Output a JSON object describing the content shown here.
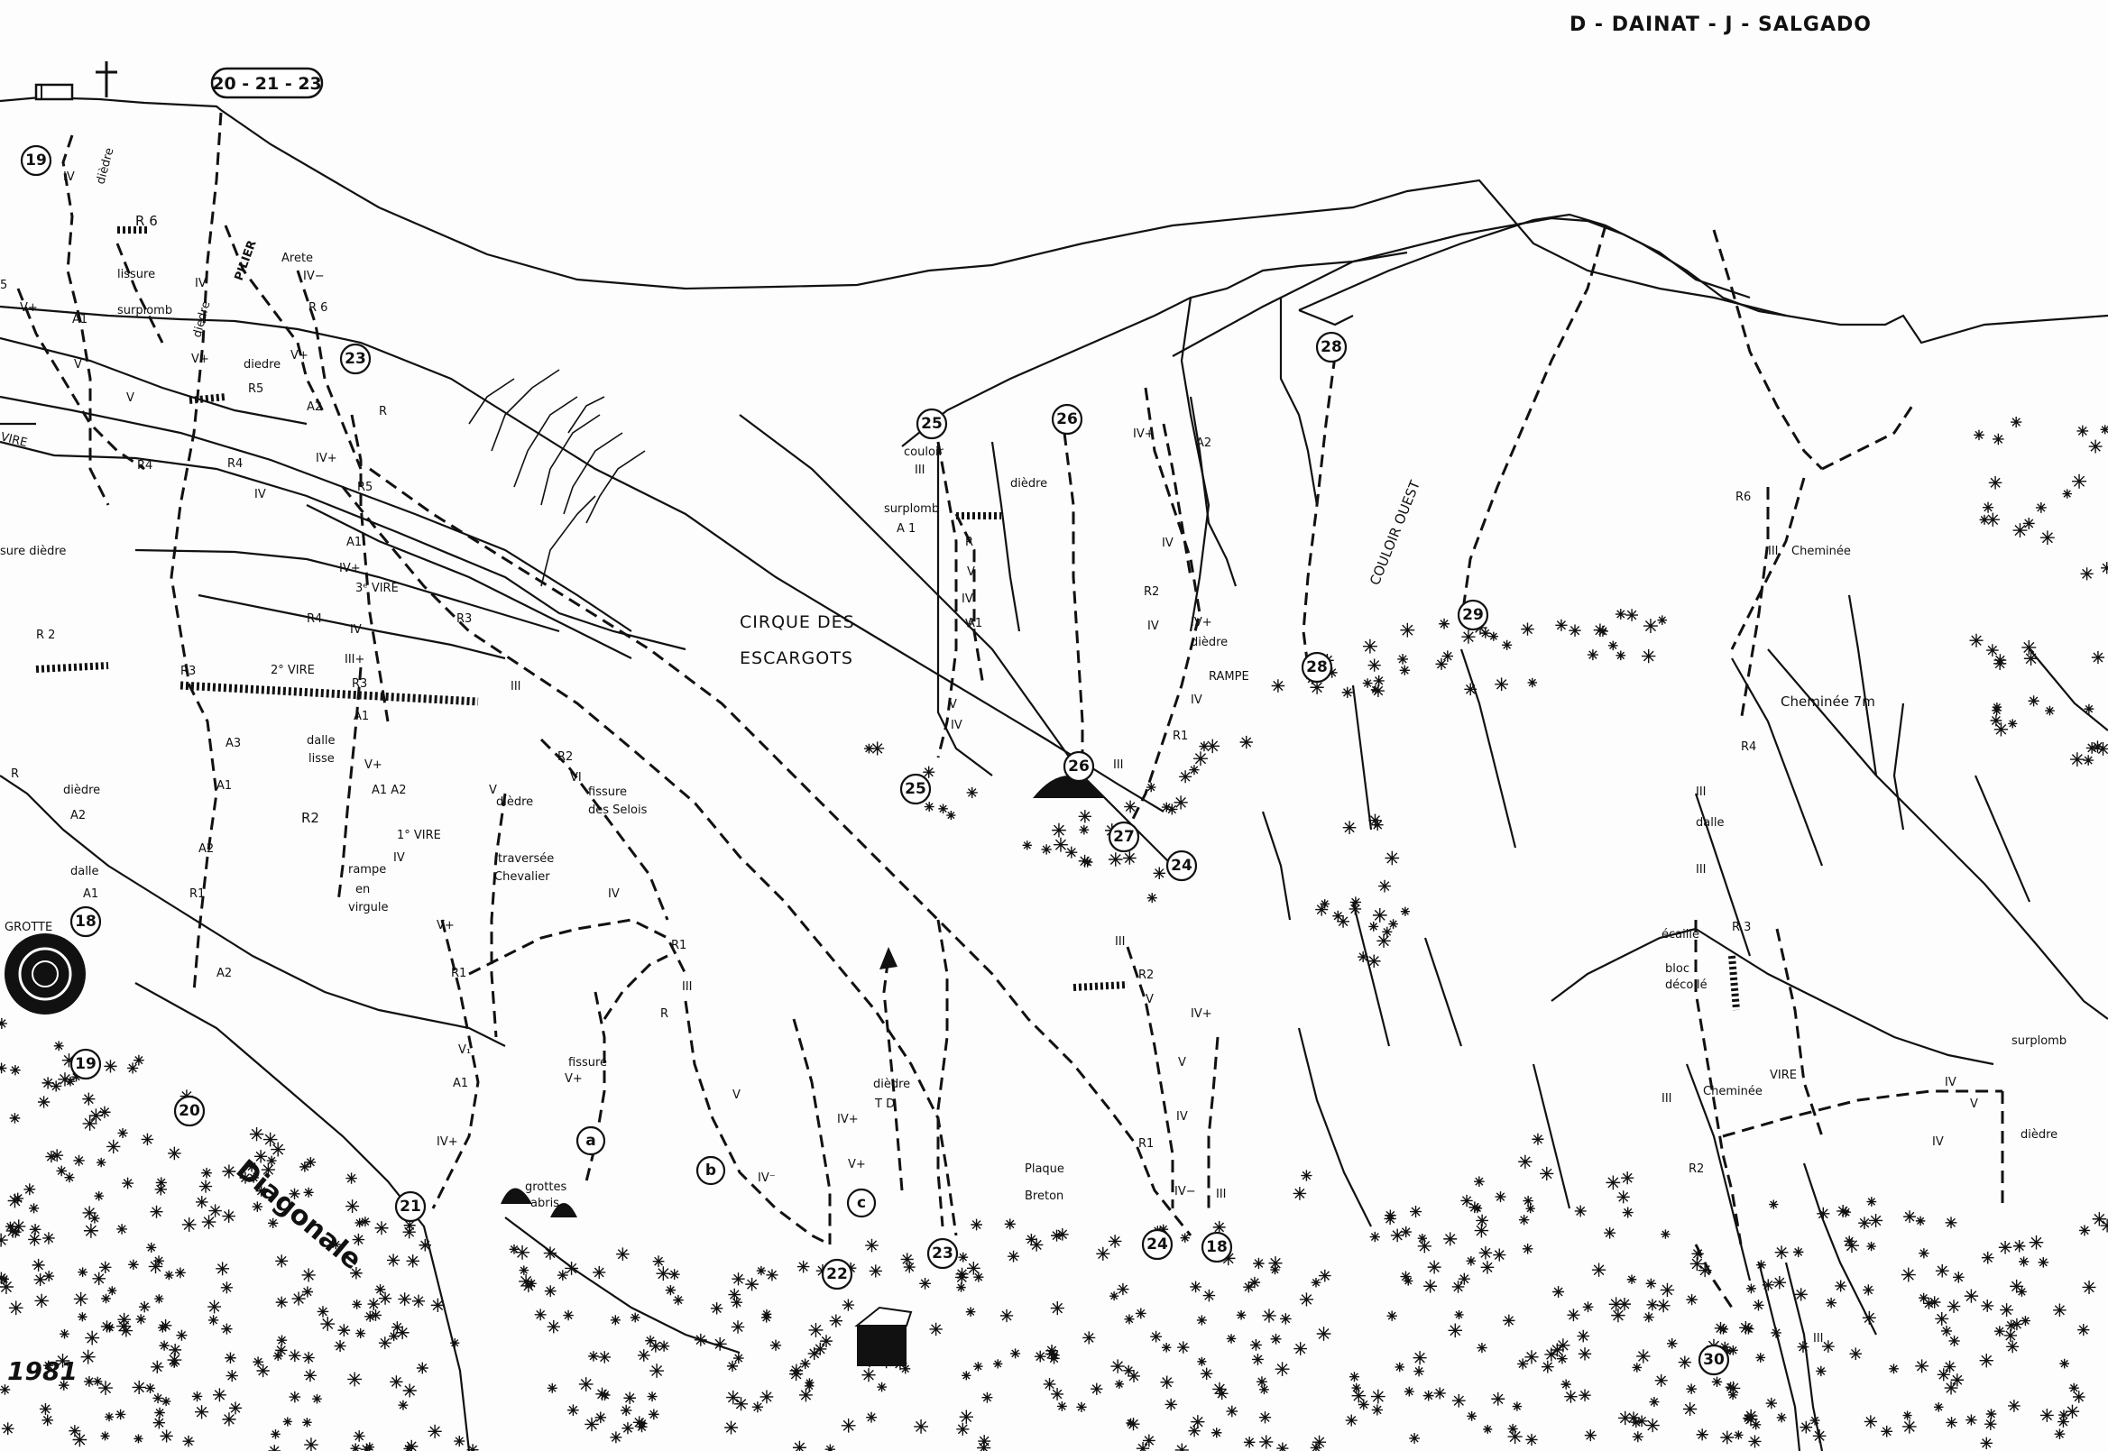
{
  "authors": "D - DAINAT  - J - SALGADO",
  "year": "1981",
  "route_group_label": "20 - 21 - 23",
  "area_names": {
    "cirque_line1": "CIRQUE  DES",
    "cirque_line2": "ESCARGOTS",
    "couloir_ouest": "COULOIR OUEST",
    "diagonale": "Diagonale"
  },
  "route_numbers": [
    "19",
    "23",
    "25",
    "26",
    "28",
    "18",
    "19",
    "20",
    "21",
    "22",
    "23",
    "24",
    "25",
    "26",
    "27",
    "24",
    "28",
    "29",
    "30",
    "18"
  ],
  "route_letters": [
    "a",
    "b",
    "c"
  ],
  "labels": {
    "diedre": "dièdre",
    "r6": "R 6",
    "iv": "IV",
    "lissure": "lissure",
    "vplus": "V+",
    "a1": "A1",
    "surplomb": "surplomb",
    "v": "V",
    "v_b": "V",
    "five": "5",
    "vire": "VIRE",
    "r4": "R4",
    "iv_plus": "IV+",
    "fissure_diedre": "sure  dièdre",
    "r2": "R 2",
    "r3": "R3",
    "a3": "A3",
    "a2": "A2",
    "r1": "R1",
    "dalle": "dalle",
    "grotte": "GROTTE",
    "pilier": "PILIER",
    "arete": "Arete",
    "iv_minus": "IV−",
    "iv_roman": "IV",
    "r5": "R5",
    "diedre_short": "diedre",
    "r": "R",
    "vire3": "3ᵉ VIRE",
    "iii_plus": "III+",
    "vire2": "2° VIRE",
    "dalle_lisse_1": "dalle",
    "dalle_lisse_2": "lisse",
    "a1a2": "A1  A2",
    "r2b": "R2",
    "vire1": "1° VIRE",
    "rampe1": "rampe",
    "rampe2": "en",
    "rampe3": "virgule",
    "fissure_vplus": "fissure",
    "v1": "V₁",
    "iii": "III",
    "vi": "VI",
    "fissure_selois_1": "fissure",
    "fissure_selois_2": "des Selois",
    "traversee_1": "traversée",
    "traversee_2": "Chevalier",
    "grottes_1": "grottes",
    "grottes_2": "abris",
    "diedre_td_1": "dièdre",
    "diedre_td_2": "T D",
    "iv_minus_b": "IV⁻",
    "plaque_1": "Plaque",
    "plaque_2": "Breton",
    "couloir": "couloir",
    "surplomb_a1": "surplomb",
    "rampe": "RAMPE",
    "cheminee": "Cheminée",
    "cheminee7": "Cheminée  7m",
    "ecaille": "écaille",
    "bloc_1": "bloc",
    "bloc_2": "décollé",
    "r3b": "R 3",
    "r6b": "R6",
    "r4b": "R4",
    "r2c": "R2",
    "surplomb_r": "surplomb",
    "diedre_r": "dièdre",
    "a1b": "A 1",
    "r_only": "R"
  }
}
